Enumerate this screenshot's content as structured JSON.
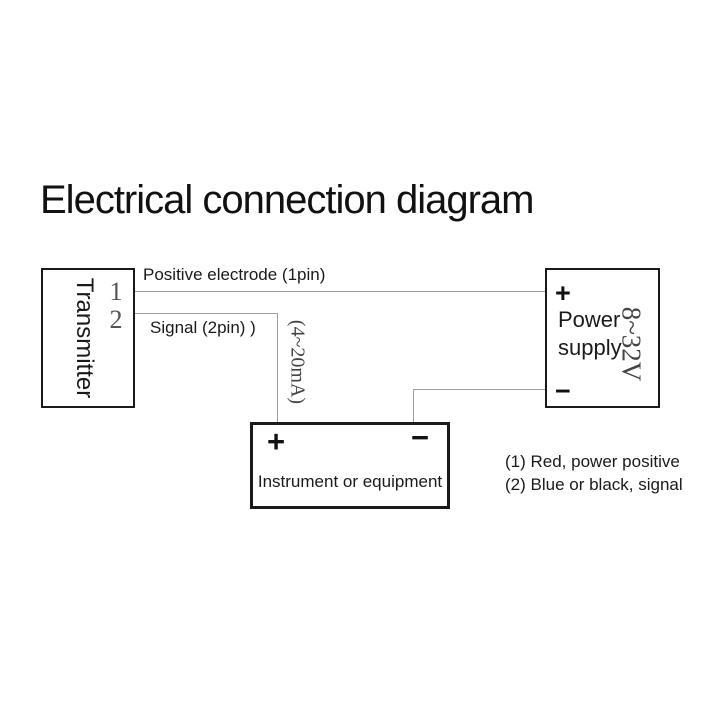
{
  "title": "Electrical connection diagram",
  "diagram": {
    "transmitter": {
      "label": "Transmitter",
      "pin1": "1",
      "pin2": "2"
    },
    "power_supply": {
      "name_line1": "Power",
      "name_line2": "supply",
      "plus": "+",
      "minus": "−",
      "voltage": "8~32V"
    },
    "instrument": {
      "label": "Instrument or equipment",
      "plus": "+",
      "minus": "−"
    },
    "wires": {
      "positive_label": "Positive electrode (1pin)",
      "signal_label": "Signal (2pin) )",
      "current_label": "(4~20mA)"
    },
    "notes": [
      "(1) Red, power positive",
      "(2) Blue or black, signal"
    ]
  },
  "colors": {
    "background": "#ffffff",
    "box_border": "#1a1a1a",
    "wire": "#9e9e9e",
    "text": "#1a1a1a",
    "muted_text": "#555555"
  }
}
